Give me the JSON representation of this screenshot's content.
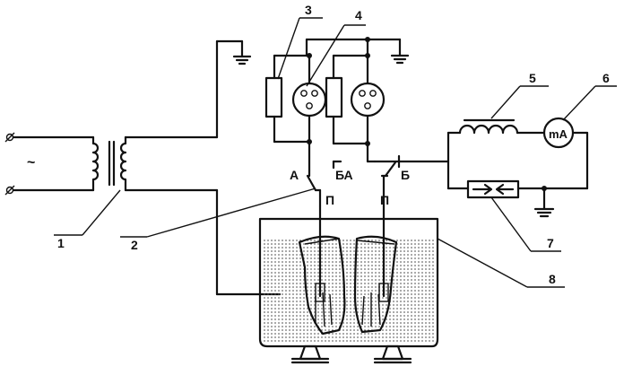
{
  "diagram": {
    "ac_symbol": "~",
    "callouts": [
      "1",
      "2",
      "3",
      "4",
      "5",
      "6",
      "7",
      "8"
    ],
    "switch_labels": {
      "a": "А",
      "ba": "БА",
      "b": "Б"
    },
    "glove_terminals": [
      "П",
      "П"
    ],
    "meter_label": "mA"
  },
  "icons": [
    "ground-icon",
    "transformer-icon",
    "neon-lamp-icon",
    "resistor-icon",
    "inductor-icon",
    "milliammeter-icon",
    "rectifier-icon",
    "glove-icon",
    "water-tank-icon"
  ]
}
